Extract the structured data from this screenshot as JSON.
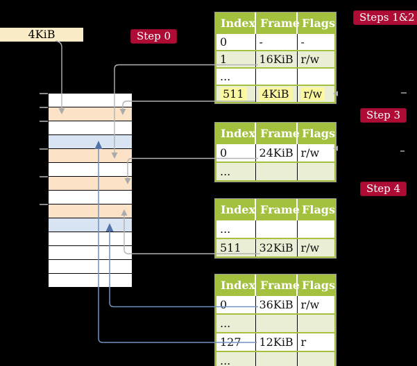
{
  "cr3_box": {
    "label": "4KiB"
  },
  "step_labels": {
    "step0": "Step 0",
    "steps12": "Steps 1&2",
    "step3": "Step 3",
    "step4": "Step 4"
  },
  "tables": [
    {
      "headers": [
        "Index",
        "Frame",
        "Flags"
      ],
      "rows": [
        {
          "cells": [
            "0",
            "-",
            "-"
          ],
          "shaded": false,
          "highlight": false
        },
        {
          "cells": [
            "1",
            "16KiB",
            "r/w"
          ],
          "shaded": true,
          "highlight": false
        },
        {
          "cells": [
            "...",
            "",
            ""
          ],
          "shaded": false,
          "highlight": false
        },
        {
          "cells": [
            "511",
            "4KiB",
            "r/w"
          ],
          "shaded": true,
          "highlight": true
        }
      ]
    },
    {
      "headers": [
        "Index",
        "Frame",
        "Flags"
      ],
      "rows": [
        {
          "cells": [
            "0",
            "24KiB",
            "r/w"
          ],
          "shaded": false,
          "highlight": false
        },
        {
          "cells": [
            "...",
            "",
            ""
          ],
          "shaded": true,
          "highlight": false
        }
      ]
    },
    {
      "headers": [
        "Index",
        "Frame",
        "Flags"
      ],
      "rows": [
        {
          "cells": [
            "...",
            "",
            ""
          ],
          "shaded": false,
          "highlight": false
        },
        {
          "cells": [
            "511",
            "32KiB",
            "r/w"
          ],
          "shaded": true,
          "highlight": false
        }
      ]
    },
    {
      "headers": [
        "Index",
        "Frame",
        "Flags"
      ],
      "rows": [
        {
          "cells": [
            "0",
            "36KiB",
            "r/w"
          ],
          "shaded": false,
          "highlight": false
        },
        {
          "cells": [
            "...",
            "",
            ""
          ],
          "shaded": true,
          "highlight": false
        },
        {
          "cells": [
            "127",
            "12KiB",
            "r"
          ],
          "shaded": false,
          "highlight": false
        },
        {
          "cells": [
            "...",
            "",
            ""
          ],
          "shaded": true,
          "highlight": false
        }
      ]
    }
  ],
  "memory_column": {
    "rows": [
      {
        "type": "empty"
      },
      {
        "type": "page-table"
      },
      {
        "type": "empty"
      },
      {
        "type": "mapped"
      },
      {
        "type": "page-table"
      },
      {
        "type": "empty"
      },
      {
        "type": "page-table"
      },
      {
        "type": "empty"
      },
      {
        "type": "page-table"
      },
      {
        "type": "mapped"
      },
      {
        "type": "empty"
      },
      {
        "type": "empty"
      },
      {
        "type": "empty"
      },
      {
        "type": "empty"
      }
    ]
  },
  "colors": {
    "background": "#000000",
    "step_label_red": "#ae0c34",
    "table_header_green": "#a3c13e",
    "table_row_green": "#e9eed4",
    "highlight_yellow": "#fcf8a0",
    "frame_box_cream": "#f9ecc7",
    "memory_page_table_peach": "#fce3c7",
    "memory_mapped_blue": "#d9e4f2",
    "arrow_gray": "#b3b3b3",
    "arrow_blue": "#7191c1"
  }
}
